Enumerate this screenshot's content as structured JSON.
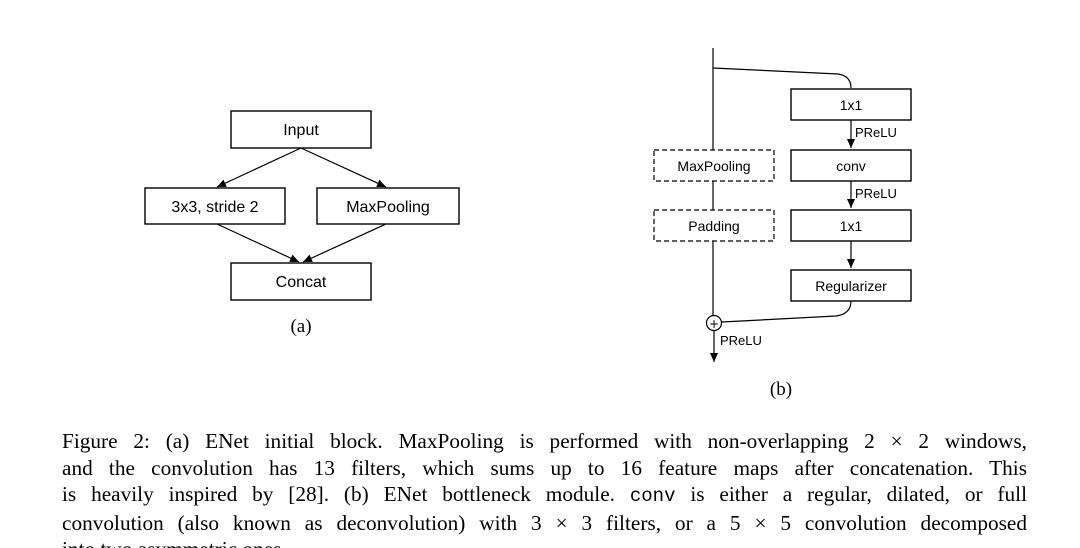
{
  "figure_a": {
    "boxes": {
      "input": "Input",
      "conv": "3x3, stride 2",
      "maxpool": "MaxPooling",
      "concat": "Concat"
    },
    "sublabel": "(a)"
  },
  "figure_b": {
    "boxes": {
      "conv1x1_top": "1x1",
      "conv": "conv",
      "conv1x1_bottom": "1x1",
      "regularizer": "Regularizer",
      "maxpool": "MaxPooling",
      "padding": "Padding"
    },
    "edge_labels": {
      "prelu_1": "PReLU",
      "prelu_2": "PReLU",
      "prelu_out": "PReLU"
    },
    "sum_symbol": "+",
    "sublabel": "(b)"
  },
  "caption": {
    "line1": "Figure 2: (a) ENet initial block. MaxPooling is performed with non-overlapping 2 × 2 windows,",
    "line2": "and the convolution has 13 filters, which sums up to 16 feature maps after concatenation. This",
    "line3a": "is heavily inspired by [28]. (b) ENet bottleneck module. ",
    "line3code": "conv",
    "line3b": " is either a regular, dilated, or full",
    "line4": "convolution (also known as deconvolution) with 3 × 3 filters, or a 5 × 5 convolution decomposed",
    "line5": "into two asymmetric ones."
  }
}
